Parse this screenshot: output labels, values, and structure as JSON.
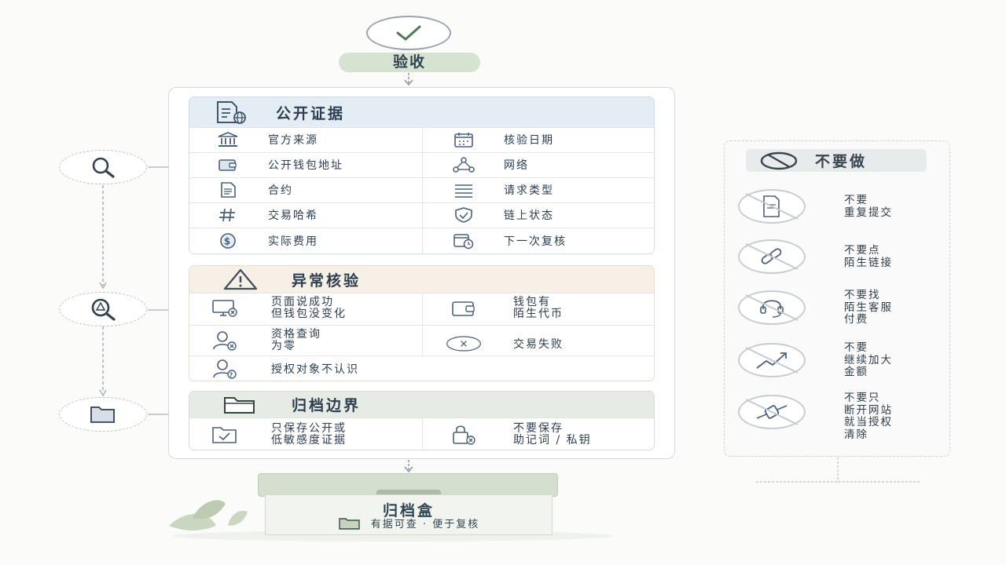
{
  "header": {
    "accept_label": "验收"
  },
  "evidence": {
    "title": "公开证据",
    "items": [
      {
        "label": "官方来源",
        "icon": "bank-icon"
      },
      {
        "label": "核验日期",
        "icon": "calendar-icon"
      },
      {
        "label": "公开钱包地址",
        "icon": "wallet-icon"
      },
      {
        "label": "网络",
        "icon": "network-icon"
      },
      {
        "label": "合约",
        "icon": "contract-icon"
      },
      {
        "label": "请求类型",
        "icon": "list-icon"
      },
      {
        "label": "交易哈希",
        "icon": "hash-icon"
      },
      {
        "label": "链上状态",
        "icon": "shield-check-icon"
      },
      {
        "label": "实际费用",
        "icon": "dollar-icon"
      },
      {
        "label": "下一次复核",
        "icon": "calendar-clock-icon"
      }
    ]
  },
  "anomaly": {
    "title": "异常核验",
    "items": [
      {
        "label": "页面说成功\n但钱包没变化",
        "icon": "monitor-error-icon"
      },
      {
        "label": "钱包有\n陌生代币",
        "icon": "wallet-icon"
      },
      {
        "label": "资格查询\n为零",
        "icon": "user-x-icon"
      },
      {
        "label": "交易失败",
        "icon": "x-circle-icon"
      },
      {
        "label": "授权对象不认识",
        "icon": "user-question-icon"
      }
    ]
  },
  "archive": {
    "title": "归档边界",
    "items": [
      {
        "label": "只保存公开或\n低敏感度证据",
        "icon": "folder-check-icon"
      },
      {
        "label": "不要保存\n助记词 / 私钥",
        "icon": "lock-x-icon"
      }
    ]
  },
  "dont": {
    "title": "不要做",
    "items": [
      {
        "label": "不要\n重复提交",
        "icon": "no-resubmit-icon"
      },
      {
        "label": "不要点\n陌生链接",
        "icon": "no-link-icon"
      },
      {
        "label": "不要找\n陌生客服\n付费",
        "icon": "no-support-icon"
      },
      {
        "label": "不要\n继续加大\n金额",
        "icon": "no-increase-icon"
      },
      {
        "label": "不要只\n断开网站\n就当授权\n清除",
        "icon": "no-disconnect-icon"
      }
    ]
  },
  "box": {
    "title": "归档盒",
    "subtitle": "有据可查 · 便于复核"
  },
  "colors": {
    "accent_green": "#d6e3d0",
    "evidence_head": "#e4ecf4",
    "anomaly_head": "#f5efe6",
    "icon_stroke": "#4a6078"
  }
}
